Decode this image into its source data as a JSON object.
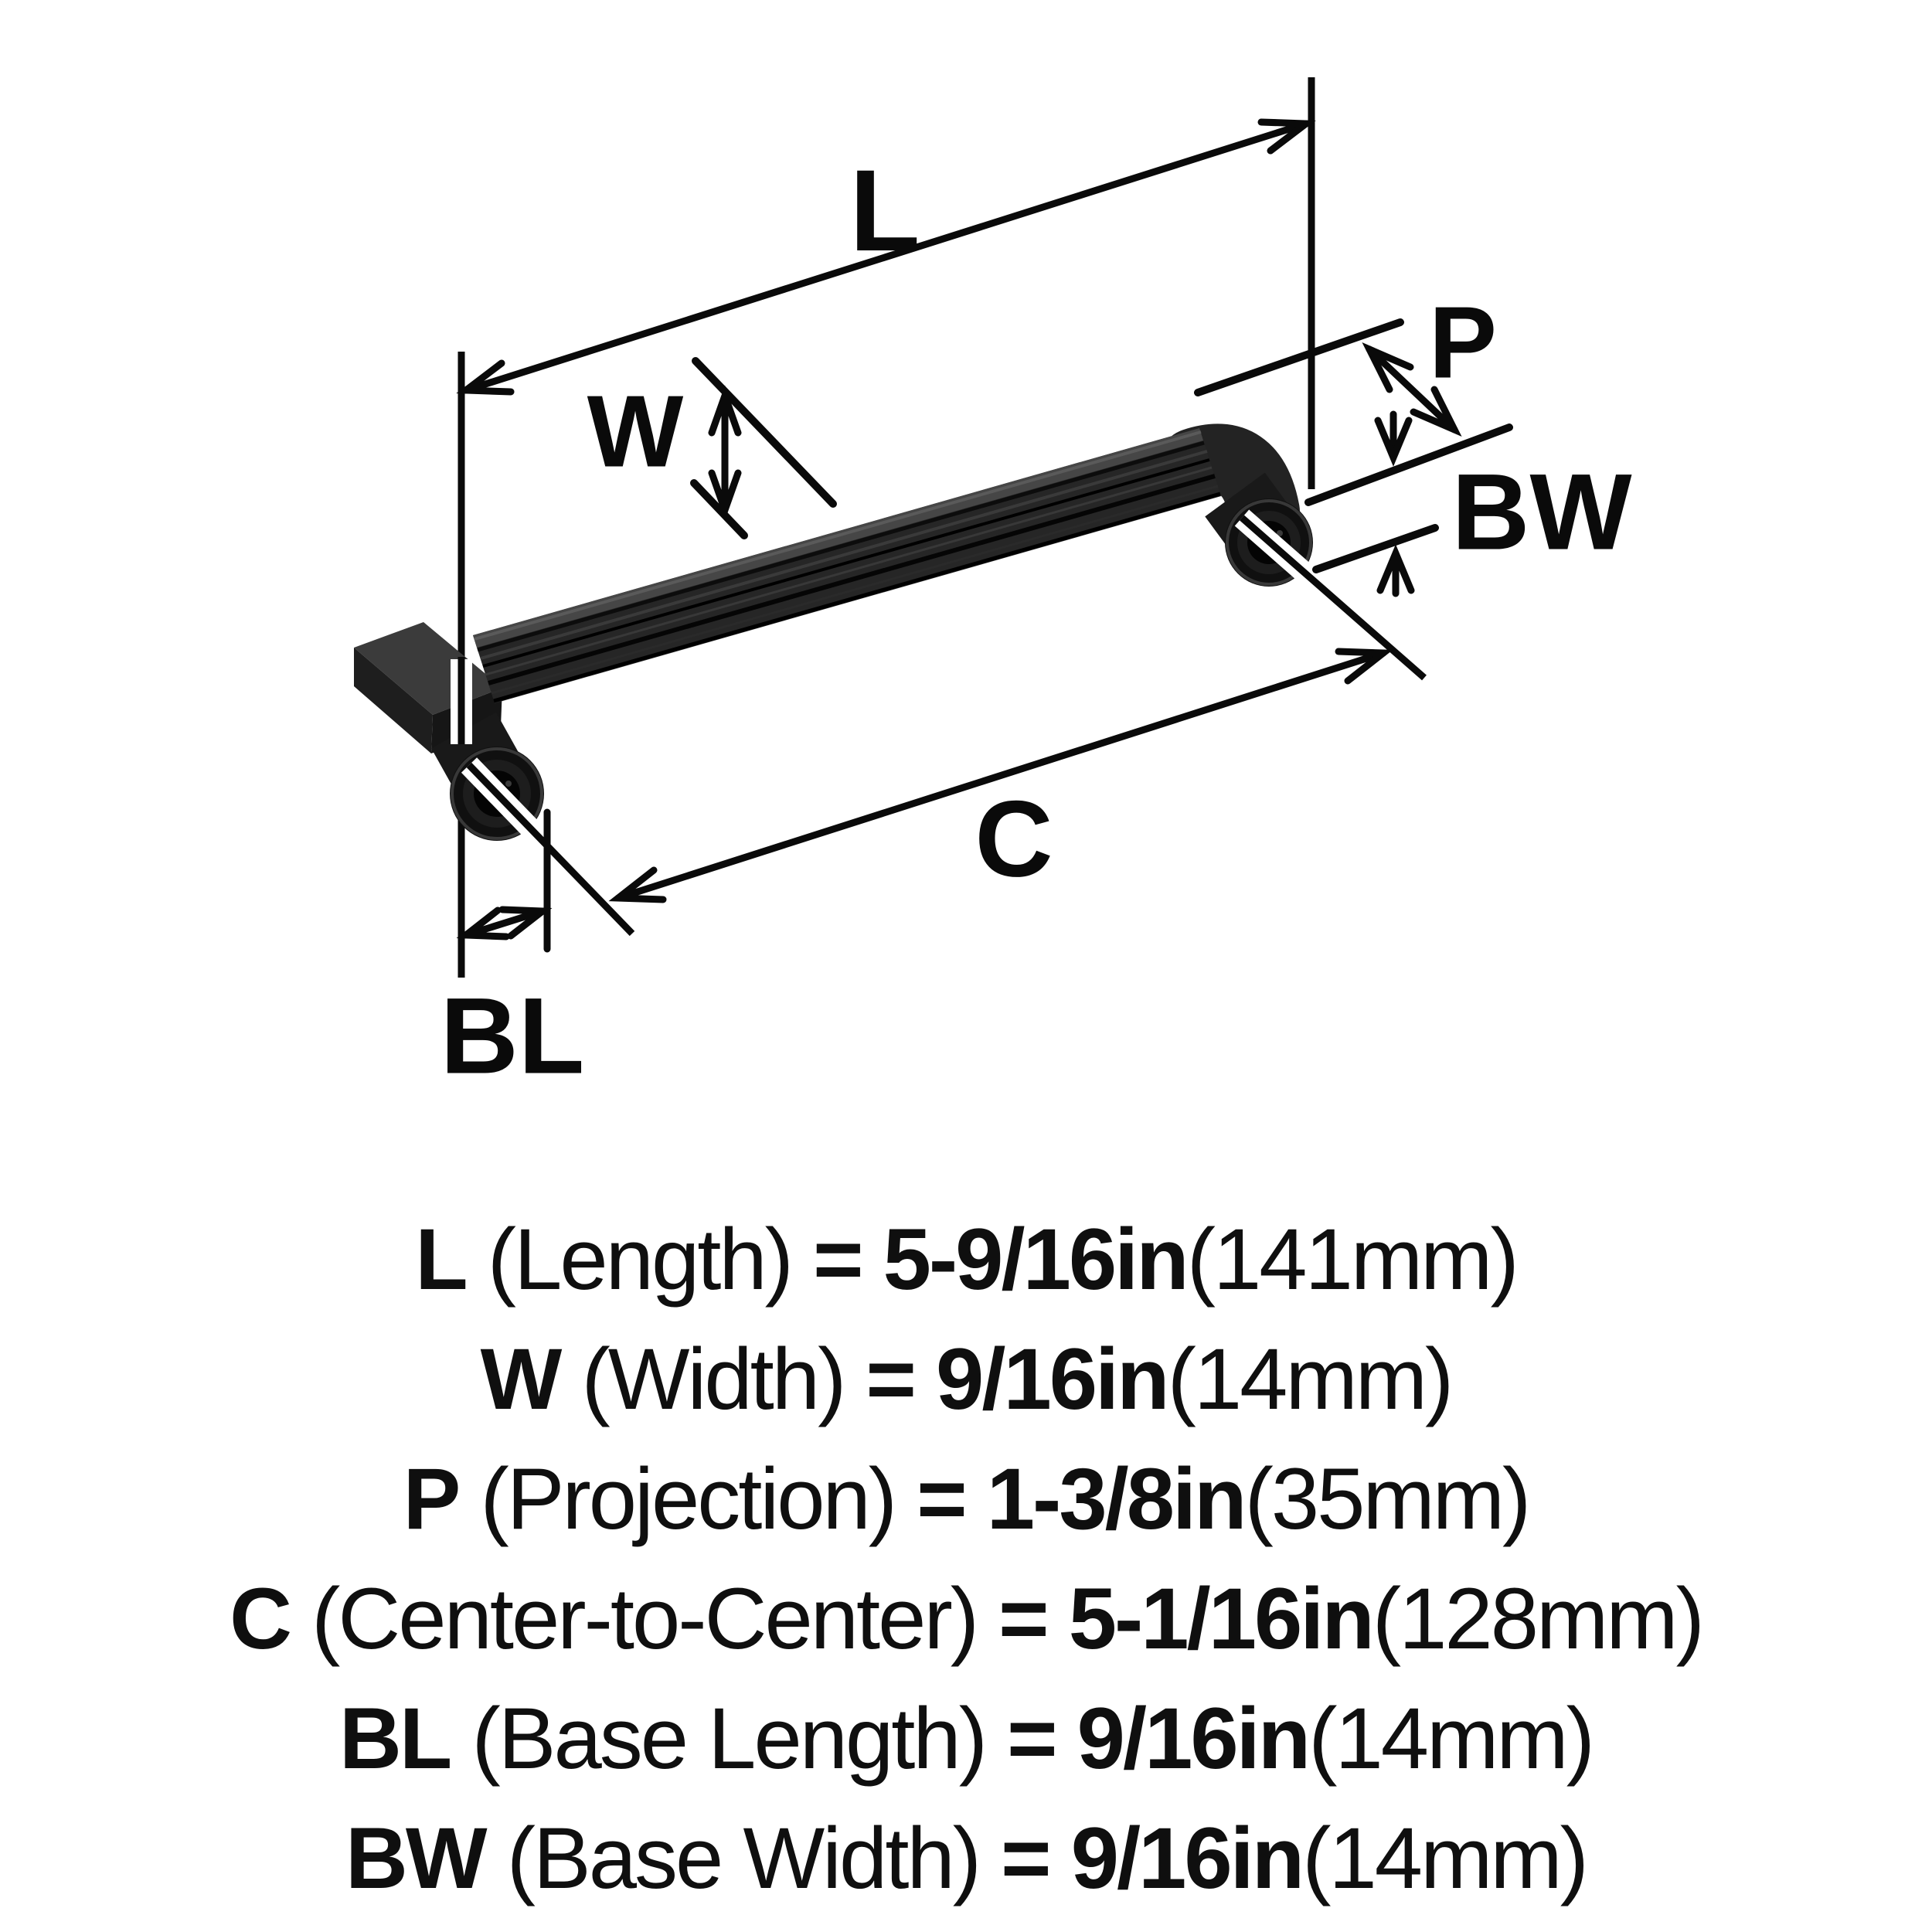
{
  "page": {
    "background": "#ffffff",
    "ink": "#000000",
    "handle_color": "#262626",
    "description": "Isometric dimension drawing of a matte black fluted cabinet pull handle with measurement legend"
  },
  "diagram": {
    "labels": {
      "L": "L",
      "W": "W",
      "P": "P",
      "BW": "BW",
      "C": "C",
      "BL": "BL"
    }
  },
  "legend": {
    "eq": "=",
    "rows": [
      {
        "symbol": "L",
        "name": "(Length)",
        "value": "5-9/16in",
        "metric": "(141mm)"
      },
      {
        "symbol": "W",
        "name": "(Width)",
        "value": "9/16in",
        "metric": "(14mm)"
      },
      {
        "symbol": "P",
        "name": "(Projection)",
        "value": "1-3/8in",
        "metric": "(35mm)"
      },
      {
        "symbol": "C",
        "name": "(Center-to-Center)",
        "value": "5-1/16in",
        "metric": "(128mm)"
      },
      {
        "symbol": "BL",
        "name": "(Base Length)",
        "value": "9/16in",
        "metric": "(14mm)"
      },
      {
        "symbol": "BW",
        "name": "(Base Width)",
        "value": "9/16in",
        "metric": "(14mm)"
      }
    ]
  }
}
